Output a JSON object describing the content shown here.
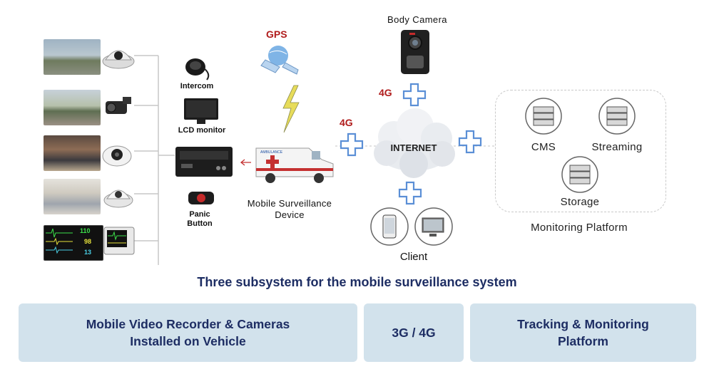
{
  "labels": {
    "intercom": "Intercom",
    "lcd_monitor": "LCD monitor",
    "panic_button_line1": "Panic",
    "panic_button_line2": "Button",
    "gps": "GPS",
    "body_camera": "Body Camera",
    "four_g_top": "4G",
    "four_g_left": "4G",
    "internet": "INTERNET",
    "mobile_device_line1": "Mobile Surveillance",
    "mobile_device_line2": "Device",
    "client": "Client",
    "cms": "CMS",
    "streaming": "Streaming",
    "storage": "Storage",
    "monitoring_platform": "Monitoring Platform",
    "ambulance_text": "AMBULANCE",
    "monitor_readings": [
      "110",
      "98",
      "13"
    ]
  },
  "subtitle": "Three subsystem for the mobile surveillance system",
  "panels": [
    {
      "line1": "Mobile Video Recorder & Cameras",
      "line2": "Installed on Vehicle"
    },
    {
      "line1": "3G / 4G",
      "line2": ""
    },
    {
      "line1": "Tracking & Monitoring",
      "line2": "Platform"
    }
  ],
  "colors": {
    "panel_bg": "#d2e2ec",
    "panel_text": "#1d2d63",
    "accent_red": "#b01c1c",
    "plus_blue": "#5b8fd6"
  }
}
